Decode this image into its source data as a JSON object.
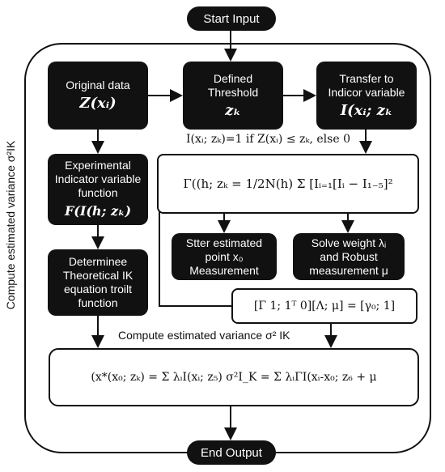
{
  "start": "Start Input",
  "end": "End Output",
  "side_label": "Compute estimated variance σ²IK",
  "box_original": {
    "title": "Original data",
    "math": "Z(xᵢ)"
  },
  "box_threshold": {
    "title1": "Defined",
    "title2": "Threshold",
    "math": "zₖ"
  },
  "box_transfer": {
    "title1": "Transfer to",
    "title2": "Indicor variable",
    "math": "I(xᵢ; zₖ"
  },
  "box_experimental": {
    "title1": "Experimental",
    "title2": "Indicator variable",
    "title3": "function",
    "math": "F(I(h; zₖ)"
  },
  "box_theoretical": {
    "title1": "Determinee",
    "title2": "Theoretical IK",
    "title3": "equation troilt",
    "title4": "function"
  },
  "indicator_rule": "I(xᵢ; zₖ)=1 if Z(xᵢ) ≤ zₖ, else 0",
  "variogram_formula": "Γ((h; zₖ = 1/2N(h) Σ [Iᵢ₌₁[Iᵢ − I₁₋₅]²",
  "box_stter": {
    "title1": "Stter estimated",
    "title2": "point x₀",
    "title3": "Measurement"
  },
  "box_solve": {
    "title1": "Solve weight λᵢ",
    "title2": "and Robust",
    "title3": "measurement μ"
  },
  "system_eq": "[Γ 1; 1ᵀ 0][Λ; μ] = [γ₀; 1]",
  "compute_label": "Compute estimated variance σ² IK",
  "final_formula": "(x*(x₀; zₖ) = Σ λᵢI(xᵢ; z₅)   σ²I_K = Σ λᵢΓI(xᵢ-x₀; z₆ + μ"
}
